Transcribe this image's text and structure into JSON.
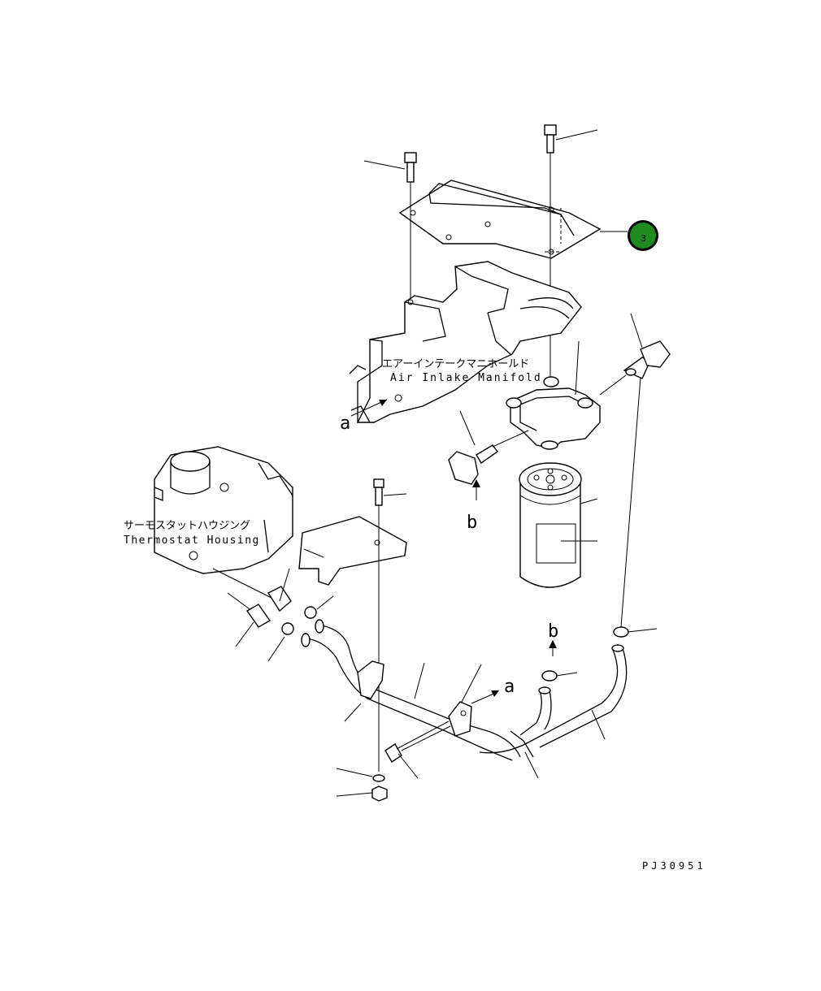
{
  "labels": {
    "manifold_jp": "エアーインテークマニホールド",
    "manifold_en": "Air Inlake Manifold",
    "thermostat_jp": "サーモスタットハウジング",
    "thermostat_en": "Thermostat Housing",
    "letter_a": "a",
    "letter_b": "b",
    "drawing_code": "PJ30951"
  },
  "callouts": [
    {
      "number": "3",
      "color": "#1f8a1f"
    }
  ],
  "colors": {
    "callout_fill": "#1f8a1f",
    "line": "#000000",
    "background": "#ffffff"
  }
}
